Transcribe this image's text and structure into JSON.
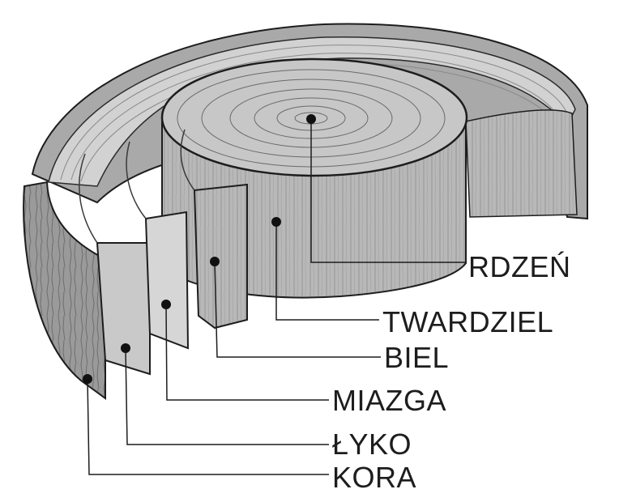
{
  "labels": {
    "rdzen": "RDZEŃ",
    "twardziel": "TWARDZIEL",
    "biel": "BIEL",
    "miazga": "MIAZGA",
    "lyko": "ŁYKO",
    "kora": "KORA"
  },
  "colors": {
    "ink": "#1d1d1d",
    "wood_light": "#d4d4d4",
    "wood_mid": "#b4b4b4",
    "wood_dark": "#7a7a7a",
    "bark": "#8a8a8a"
  }
}
